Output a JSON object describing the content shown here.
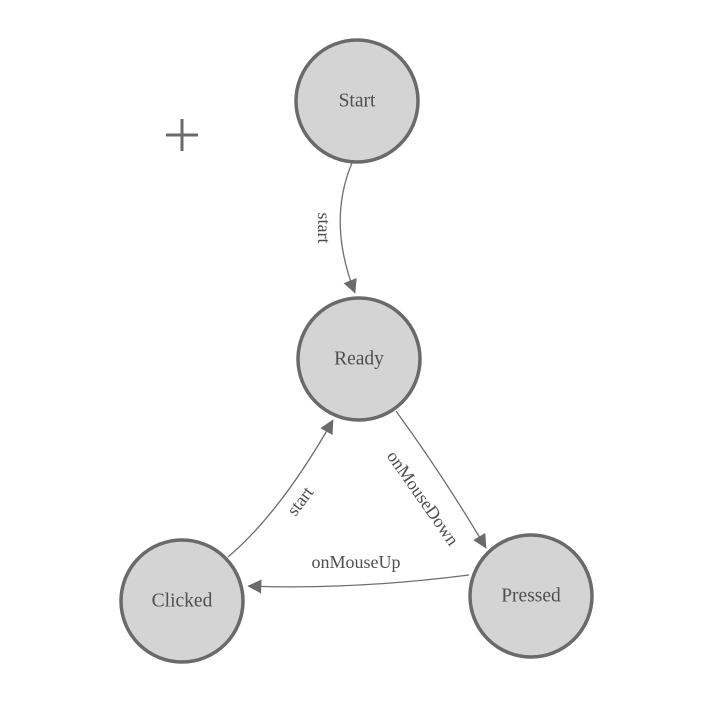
{
  "diagram": {
    "title": "mouse-state-machine-diagram",
    "palette": {
      "canvas_bg": "#ffffff",
      "node_fill": "#d4d4d4",
      "node_border": "#6a6a6a",
      "edge_color": "#6e6e6e",
      "label_color": "#4f4f4f"
    },
    "nodes": [
      {
        "id": "start",
        "label": "Start"
      },
      {
        "id": "ready",
        "label": "Ready"
      },
      {
        "id": "clicked",
        "label": "Clicked"
      },
      {
        "id": "pressed",
        "label": "Pressed"
      }
    ],
    "edges": [
      {
        "from": "Start",
        "to": "Ready",
        "label": "start"
      },
      {
        "from": "Ready",
        "to": "Pressed",
        "label": "onMouseDown"
      },
      {
        "from": "Pressed",
        "to": "Clicked",
        "label": "onMouseUp"
      },
      {
        "from": "Clicked",
        "to": "Ready",
        "label": "start"
      }
    ],
    "cursor_marker": {
      "type": "plus-crosshair"
    }
  }
}
